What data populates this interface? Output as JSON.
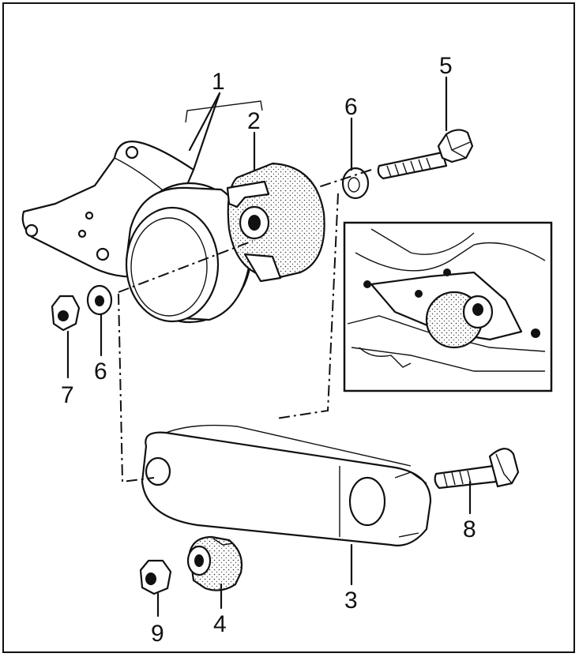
{
  "callouts": {
    "c1": "1",
    "c2": "2",
    "c3": "3",
    "c4": "4",
    "c5": "5",
    "c6a": "6",
    "c6b": "6",
    "c7": "7",
    "c8": "8",
    "c9": "9"
  },
  "colors": {
    "line": "#111111",
    "background": "#ffffff"
  }
}
